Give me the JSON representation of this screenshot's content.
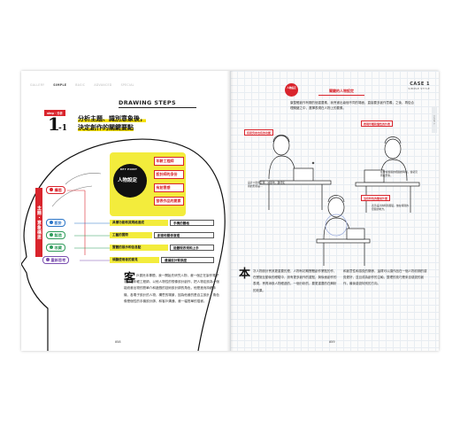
{
  "nav": {
    "items": [
      "GALLERY",
      "SIMPLE",
      "BASIC",
      "ADVANCED",
      "SPECIAL"
    ],
    "active_index": 1
  },
  "header_right": {
    "case": "CASE 1",
    "sub": "SIMPLE STYLE",
    "side_tab": "CASE 1"
  },
  "left_page": {
    "section_label": "DRAWING STEPS",
    "badge": "step · 分析",
    "step_number": "1",
    "step_sub": "-1",
    "title_line1": "分析主題、識別意象後，",
    "title_line2": "決定創作的關鍵要點",
    "vertical_label": "主題・意象構思",
    "tags": [
      {
        "label": "構思",
        "color": "red"
      },
      {
        "label": "設計",
        "color": "blue"
      },
      {
        "label": "製造",
        "color": "green"
      },
      {
        "label": "收藏",
        "color": "green"
      },
      {
        "label": "重新思考",
        "color": "purple"
      }
    ],
    "keypoint": {
      "label": "KEY POINT",
      "main": "人物設定",
      "items": [
        "年齡工程師",
        "設計師的身份",
        "有創意感",
        "發表作品的要素"
      ]
    },
    "bars": [
      {
        "left": "具備功能和其規格達成",
        "right": "手機的體格"
      },
      {
        "left": "工藝的實際",
        "right": "創意和關係意理"
      },
      {
        "left": "實體的展示和信息點",
        "right": "能體現表現和上手"
      },
      {
        "left": "傾聽使用者的意見",
        "right": "遺漏設計緊張度"
      }
    ],
    "dropcap": "客",
    "body": "戶委託本專題，我一開始先研究人物，畫一個正在製作電子手錶的年輕工程師，以他人物性的想像設計創作，把人物定設為一個能繪畫出物的簡單介和遊戲的技術設計師的角色，他是進而持續手機、各電子設計的人物，構思的場景，因為他畫的是自主設計，角色像是個性的手機設計師，和客戶溝通，畫一幅簡單的插畫。",
    "page_number": "058"
  },
  "right_page": {
    "section_circle": "人物設定",
    "head": "關鍵的人物設定",
    "lead": "康整體創作有關的個重要素，我會畫出幾個不同的場面，直接要多創作意義，之後，再從合理關鍵之中，選擇表現在人物上的要素。",
    "labels": [
      "有研究本也有的功能",
      "表現年輕和個性的外表",
      "沒有特色的簡易外套"
    ],
    "captions": [
      "設計人從用工程，誠實地，雖然使用的形態是...",
      "在非常實體的相關的時候，當初見所在形象。",
      "表示設計的特別服裝，放在特別的發展的地方。"
    ],
    "dropcap": "本",
    "body_left": "次人物設計會其更重要的是，人物有初期實體創作業點的作，在實施互動後的經驗中，設有更多創作的重點，與後面創作的表現，會再添設人物經過的，一個分析的，要更重要的在解析的效果。",
    "body_right": "和創意性和感覺的關係，這樣可以讓作品在一個人物初期的感覺更好，並且成為創作的主軸，整理的技巧是來自感覺的創作，最後感覺特別的方向。",
    "page_number": "059"
  }
}
